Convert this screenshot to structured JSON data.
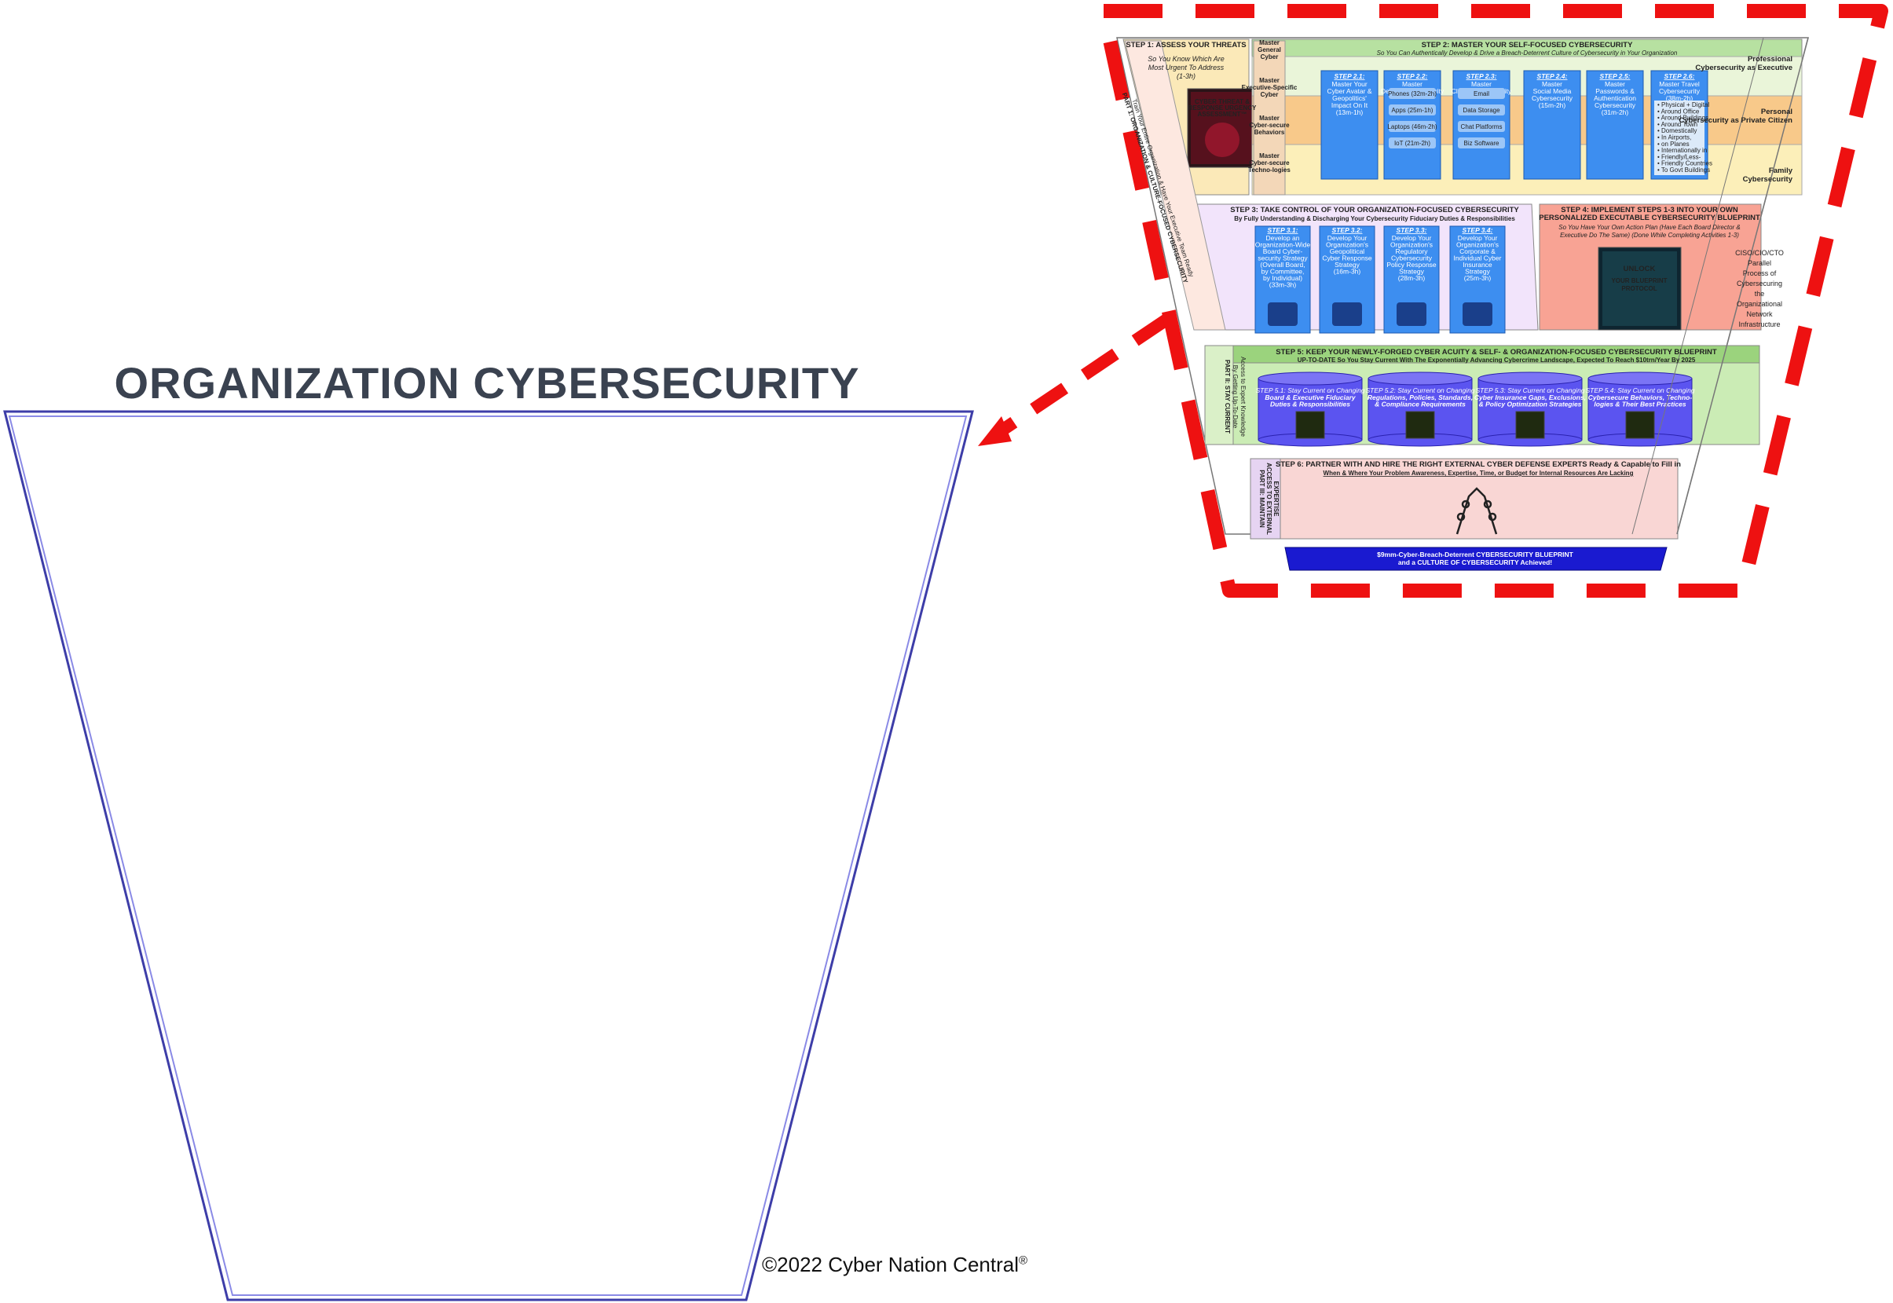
{
  "title": "ORGANIZATION CYBERSECURITY",
  "copyright": "©2022 Cyber Nation Central",
  "copyright_mark": "®",
  "parallel_note": [
    "CISO/CIO/CTO",
    "Parallel",
    "Process of",
    "Cybersecuring",
    "the",
    "Organizational",
    "Network",
    "Infrastructure"
  ],
  "step1": {
    "title": "STEP 1: ASSESS YOUR THREATS",
    "sub": [
      "So You Know Which Are",
      "Most Urgent To Address",
      "(1-3h)"
    ],
    "book": [
      "CYBER THREAT &",
      "RESPONSE URGENCY",
      "ASSESSMENT™"
    ],
    "side": [
      "PART 1: ORGANIZATION & CULTURE-FOCUSED CYBERSECURITY",
      "Train Your Entire Organization & Have Your Executive Team Ready"
    ]
  },
  "step2": {
    "title": "STEP 2: MASTER YOUR SELF-FOCUSED CYBERSECURITY",
    "sub": "So You Can Authentically Develop & Drive a Breach-Deterrent Culture of Cybersecurity in Your Organization",
    "left_items": [
      "Master General Cyber Risks",
      "Master Executive-Specific Cyber Risks",
      "Master Cyber-secure Behaviors",
      "Master Cyber-secure Techno-logies & Best Practices With Them"
    ],
    "bands": [
      "Professional Cybersecurity as Executive",
      "Personal Cybersecurity as Private Citizen",
      "Family Cybersecurity"
    ],
    "cards": [
      {
        "head": "STEP 2.1:",
        "text": [
          "Master Your",
          "Cyber Avatar &",
          "Geopolitics'",
          "Impact On It",
          "(13m-1h)"
        ]
      },
      {
        "head": "STEP 2.2:",
        "text": [
          "Master",
          "Device Cybersecurity"
        ],
        "pills": [
          "Phones (32m-2h)",
          "Apps (25m-1h)",
          "Laptops (46m-2h)",
          "IoT (21m-2h)"
        ]
      },
      {
        "head": "STEP 2.3:",
        "text": [
          "Master",
          "Cloud Cybersecurity"
        ],
        "pills": [
          "Email",
          "Data Storage",
          "Chat Platforms",
          "Biz Software"
        ]
      },
      {
        "head": "STEP 2.4:",
        "text": [
          "Master",
          "Social Media",
          "Cybersecurity",
          "(15m-2h)"
        ]
      },
      {
        "head": "STEP 2.5:",
        "text": [
          "Master",
          "Passwords &",
          "Authentication",
          "Cybersecurity",
          "(31m-2h)"
        ]
      },
      {
        "head": "STEP 2.6:",
        "text": [
          "Master Travel",
          "Cybersecurity",
          "(38m-2h)"
        ],
        "bullets": [
          "Physical + Digital",
          "Around Office",
          "Around Buildings",
          "Around Town",
          "Domestically",
          "In Airports,",
          "on Planes",
          "Internationally in",
          "Friendly/Less-",
          "Friendly Countries",
          "To Govt Buildings"
        ]
      }
    ]
  },
  "step3": {
    "title": "STEP 3: TAKE CONTROL OF YOUR ORGANIZATION-FOCUSED CYBERSECURITY",
    "sub": "By Fully Understanding & Discharging Your Cybersecurity Fiduciary Duties & Responsibilities",
    "cards": [
      {
        "head": "STEP 3.1:",
        "text": [
          "Develop an",
          "Organization-Wide",
          "Board Cyber-",
          "security Strategy",
          "(Overall Board,",
          "by Committee,",
          "by Individual)",
          "(33m-3h)"
        ]
      },
      {
        "head": "STEP 3.2:",
        "text": [
          "Develop Your",
          "Organization's",
          "Geopolitical",
          "Cyber Response",
          "Strategy",
          "(16m-3h)"
        ]
      },
      {
        "head": "STEP 3.3:",
        "text": [
          "Develop Your",
          "Organization's",
          "Regulatory",
          "Cybersecurity",
          "Policy Response",
          "Strategy",
          "(28m-3h)"
        ]
      },
      {
        "head": "STEP 3.4:",
        "text": [
          "Develop Your",
          "Organization's",
          "Corporate &",
          "Individual Cyber",
          "Insurance",
          "Strategy",
          "(25m-3h)"
        ]
      }
    ]
  },
  "step4": {
    "title": [
      "STEP 4: IMPLEMENT STEPS 1-3 INTO YOUR OWN",
      "PERSONALIZED EXECUTABLE CYBERSECURITY BLUEPRINT"
    ],
    "sub": [
      "So You Have Your Own Action Plan (Have Each Board Director &",
      "Executive Do The Same) (Done While Completing Activities 1-3)"
    ],
    "book": [
      "UNLOCK",
      "YOUR BLUEPRINT",
      "PROTOCOL"
    ]
  },
  "step5": {
    "title": "STEP 5: KEEP YOUR NEWLY-FORGED CYBER ACUITY & SELF- & ORGANIZATION-FOCUSED CYBERSECURITY BLUEPRINT",
    "sub": "UP-TO-DATE So You Stay Current With The Exponentially Advancing Cybercrime Landscape, Expected To Reach $10trn/Year By 2025",
    "side": [
      "PART II: STAY CURRENT",
      "By Getting Up-To-Date",
      "Access to Expert Knowledge"
    ],
    "cards": [
      {
        "head": "STEP 5.1:",
        "text": [
          "Stay Current on Changing",
          "Board & Executive Fiduciary",
          "Duties & Responsibilities"
        ]
      },
      {
        "head": "STEP 5.2:",
        "text": [
          "Stay Current on Changing",
          "Regulations, Policies, Standards,",
          "& Compliance Requirements"
        ]
      },
      {
        "head": "STEP 5.3:",
        "text": [
          "Stay Current on Changing",
          "Cyber Insurance Gaps, Exclusions,",
          "& Policy Optimization Strategies"
        ]
      },
      {
        "head": "STEP 5.4:",
        "text": [
          "Stay Current on Changing",
          "Cybersecure Behaviors, Techno-",
          "logies & Their Best Practices"
        ]
      }
    ]
  },
  "step6": {
    "title": "STEP 6: PARTNER WITH AND HIRE THE RIGHT EXTERNAL CYBER DEFENSE EXPERTS Ready & Capable to Fill in",
    "sub": "When & Where Your Problem Awareness, Expertise, Time, or Budget for Internal Resources Are Lacking",
    "side": [
      "PART III: MAINTAIN",
      "ACCESS TO EXTERNAL",
      "EXPERTISE"
    ]
  },
  "final_banner": [
    "$9mm-Cyber-Breach-Deterrent CYBERSECURITY BLUEPRINT",
    "and a CULTURE OF CYBERSECURITY Achieved!"
  ],
  "colors": {
    "title": "#3a4250",
    "funnel_stroke": "#6a6ad8",
    "dash_red": "#ee1111",
    "card_blue": "#3d8ef0",
    "step2_green": "#b7e1a1",
    "step3_lilac": "#f2e4fb",
    "step4_salmon": "#f8a394",
    "step5_green": "#9bd37d",
    "step6_pink": "#f9d6d4",
    "final_blue": "#1a1ad0",
    "cylinder": "#5b54f0"
  }
}
